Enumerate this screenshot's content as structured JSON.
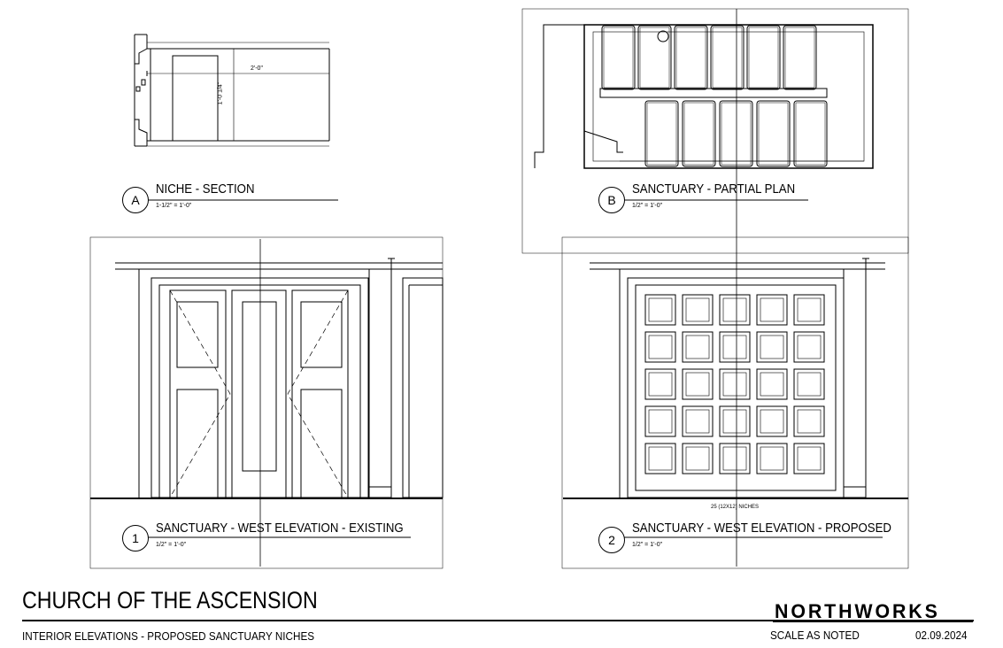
{
  "views": {
    "a": {
      "id": "A",
      "title": "NICHE - SECTION",
      "scale": "1-1/2\" = 1'-0\"",
      "dim_width": "2'-0\"",
      "dim_height": "1'-0 1/4\""
    },
    "b": {
      "id": "B",
      "title": "SANCTUARY - PARTIAL PLAN",
      "scale": "1/2\" = 1'-0\""
    },
    "one": {
      "id": "1",
      "title": "SANCTUARY - WEST ELEVATION - EXISTING",
      "scale": "1/2\" = 1'-0\""
    },
    "two": {
      "id": "2",
      "title": "SANCTUARY - WEST ELEVATION - PROPOSED",
      "scale": "1/2\" = 1'-0\"",
      "niche_note": "25 (12X12) NICHES"
    }
  },
  "title_block": {
    "project": "CHURCH OF THE ASCENSION",
    "sheet": "INTERIOR ELEVATIONS -  PROPOSED SANCTUARY NICHES",
    "scale": "SCALE AS NOTED",
    "date": "02.09.2024",
    "firm": "NORTHWORKS"
  }
}
